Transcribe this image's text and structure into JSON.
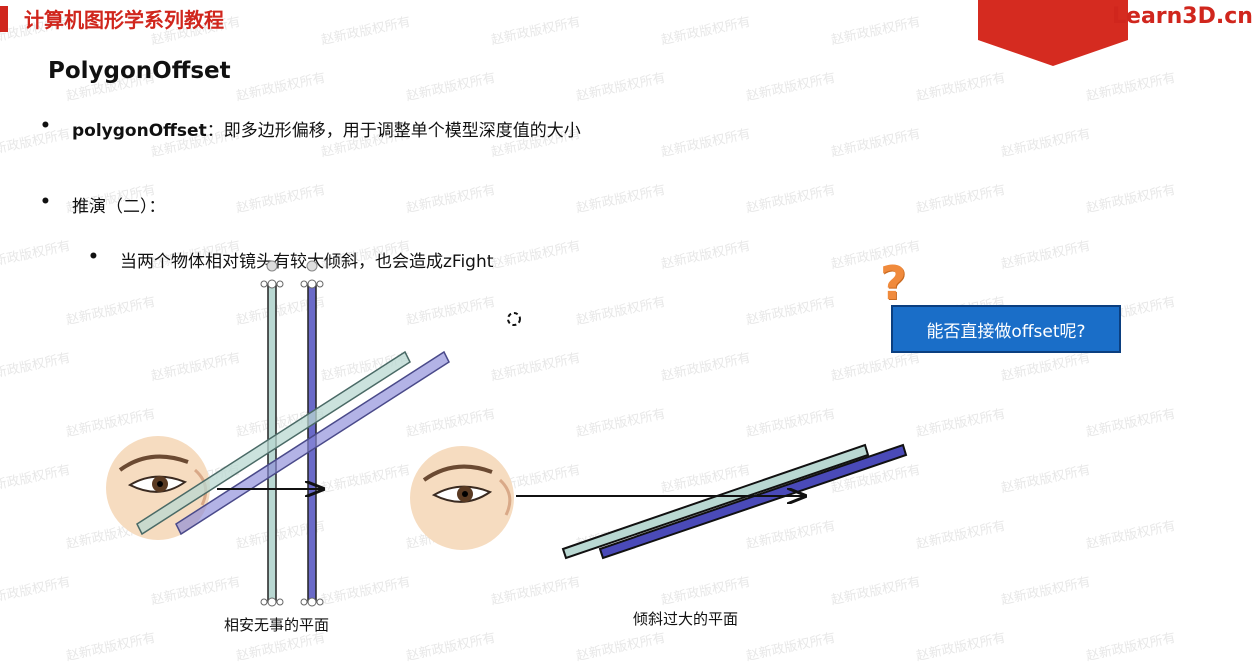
{
  "header": {
    "series_title": "计算机图形学系列教程",
    "brand": "Learn3D.cn",
    "brand_color": "#d0261d"
  },
  "slide": {
    "title": "PolygonOffset",
    "bullet1_keyword": "polygonOffset",
    "bullet1_text": "：即多边形偏移，用于调整单个模型深度值的大小",
    "bullet2_text": "推演（二）：",
    "bullet3_text": "当两个物体相对镜头有较大倾斜，也会造成zFight",
    "bullet_glyph": "•"
  },
  "diagram": {
    "left_caption": "相安无事的平面",
    "right_caption": "倾斜过大的平面",
    "plane_color_light": "#b9d8d2",
    "plane_color_dark": "#6a6ac8",
    "icons": [
      "eye-icon",
      "arrow-icon"
    ]
  },
  "callout": {
    "question_glyph": "?",
    "text": "能否直接做offset呢?",
    "color": "#1a6ec8"
  },
  "watermark": {
    "text": "赵新政版权所有"
  }
}
